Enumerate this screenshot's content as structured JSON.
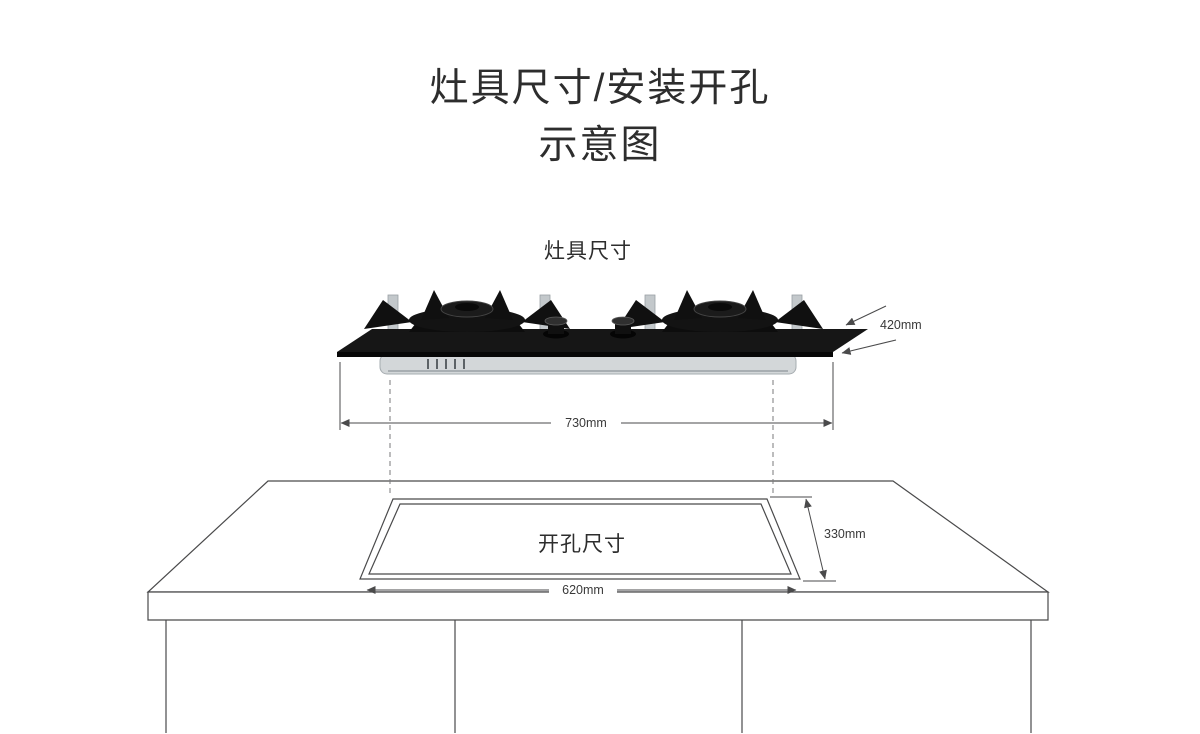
{
  "title": {
    "line1": "灶具尺寸/安装开孔",
    "line2": "示意图"
  },
  "stove": {
    "label": "灶具尺寸",
    "width": "730mm",
    "depth": "420mm"
  },
  "cutout": {
    "label": "开孔尺寸",
    "width": "620mm",
    "depth": "330mm"
  },
  "colors": {
    "outline": "#4a4a4b",
    "text_dark": "#2d2d2d",
    "stove_glass": "#161616",
    "stove_base_gray": "#d3d7d9"
  }
}
